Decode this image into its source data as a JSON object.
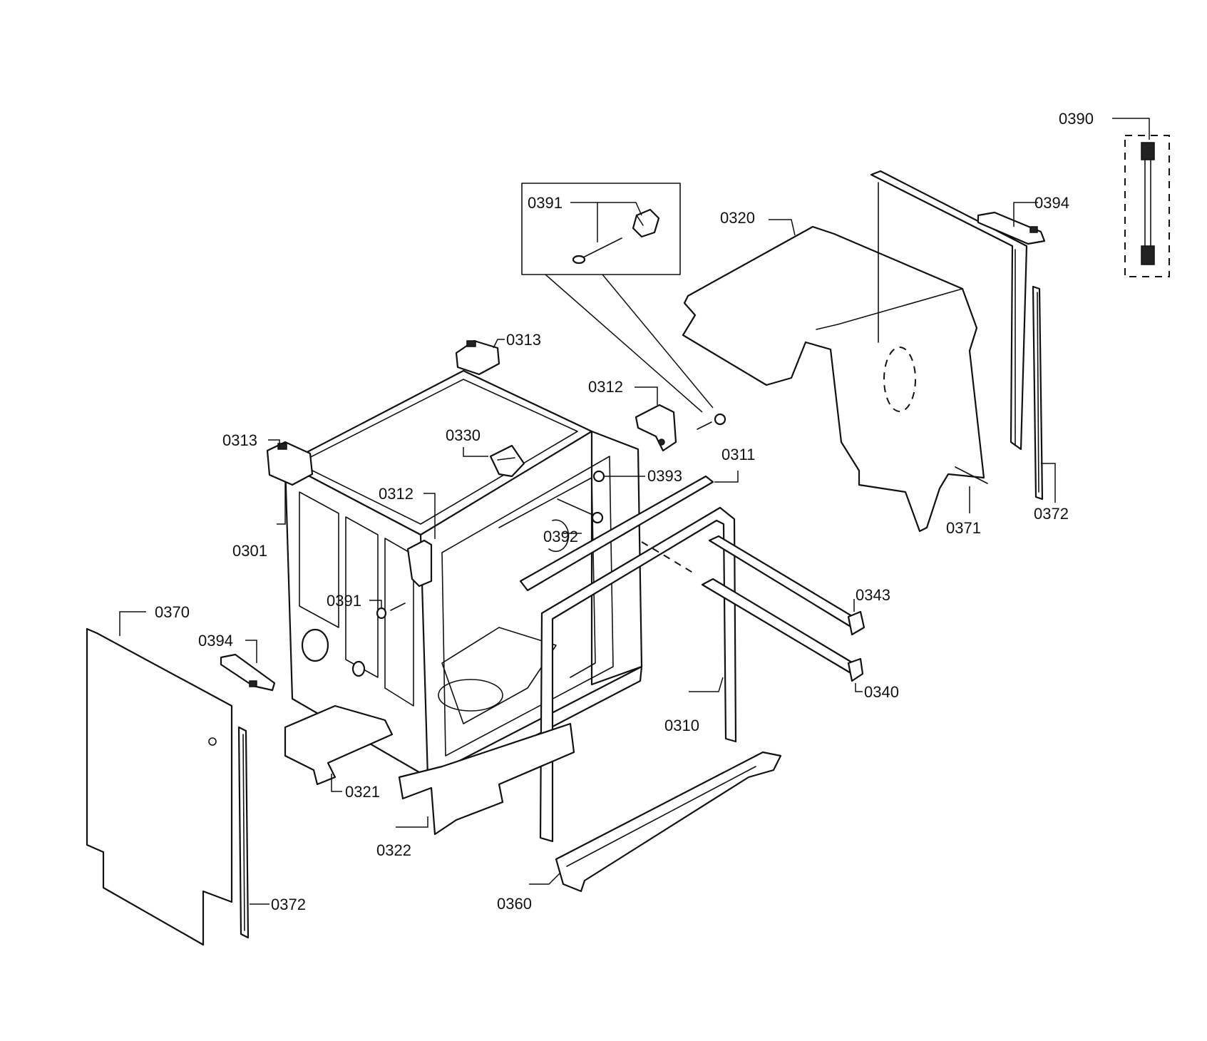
{
  "labels": {
    "p0390": "0390",
    "p0391_detail": "0391",
    "p0394_top": "0394",
    "p0320": "0320",
    "p0313_top": "0313",
    "p0312_right": "0312",
    "p0330": "0330",
    "p0313_left": "0313",
    "p0311": "0311",
    "p0393": "0393",
    "p0312_mid": "0312",
    "p0392": "0392",
    "p0371": "0371",
    "p0372_top": "0372",
    "p0301": "0301",
    "p0391_mid": "0391",
    "p0343": "0343",
    "p0370": "0370",
    "p0394_left": "0394",
    "p0340": "0340",
    "p0310": "0310",
    "p0321": "0321",
    "p0322": "0322",
    "p0360": "0360",
    "p0372_bottom": "0372"
  }
}
